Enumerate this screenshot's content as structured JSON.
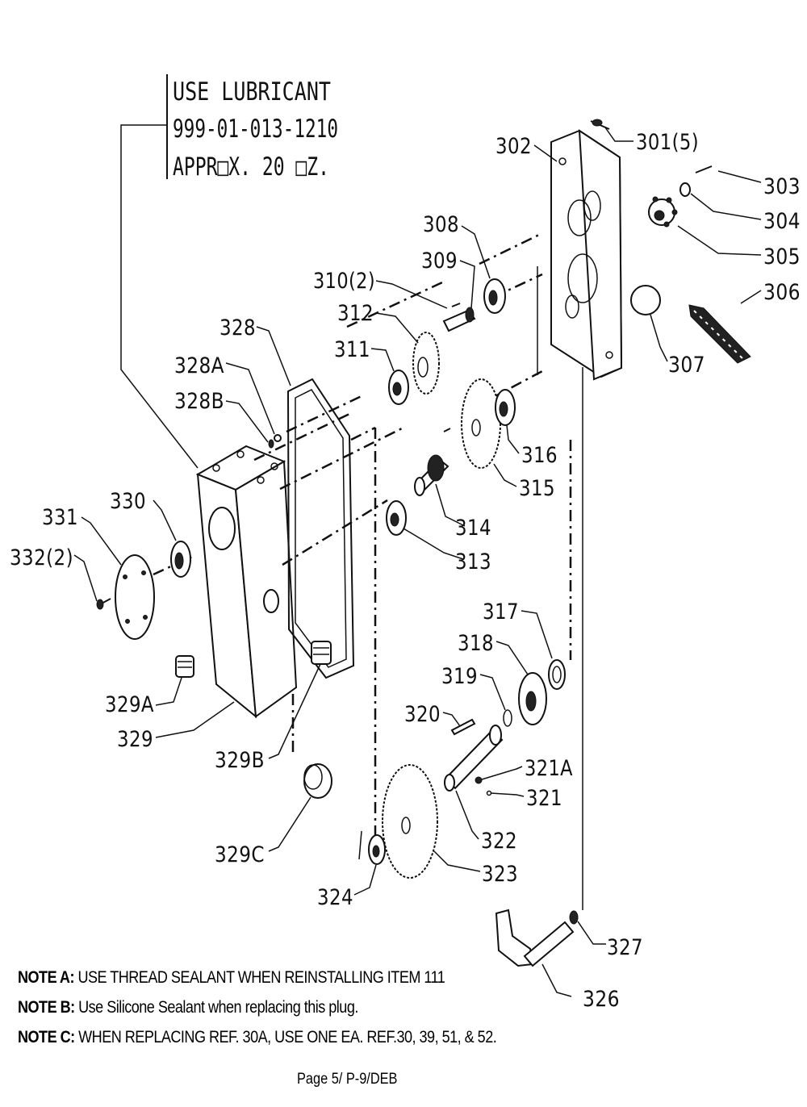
{
  "lubricant_note": {
    "lines": [
      "USE LUBRICANT",
      "999-01-013-1210",
      "APPR□X. 20 □Z."
    ]
  },
  "callouts": {
    "c301": "301(5)",
    "c302": "302",
    "c303": "303",
    "c304": "304",
    "c305": "305",
    "c306": "306",
    "c307": "307",
    "c308": "308",
    "c309": "309",
    "c310": "310(2)",
    "c311": "311",
    "c312": "312",
    "c313": "313",
    "c314": "314",
    "c315": "315",
    "c316": "316",
    "c317": "317",
    "c318": "318",
    "c319": "319",
    "c320": "320",
    "c321": "321",
    "c321a": "321A",
    "c322": "322",
    "c323": "323",
    "c324": "324",
    "c326": "326",
    "c327": "327",
    "c328": "328",
    "c328a": "328A",
    "c328b": "328B",
    "c329": "329",
    "c329a": "329A",
    "c329b": "329B",
    "c329c": "329C",
    "c330": "330",
    "c331": "331",
    "c332": "332(2)"
  },
  "notes": [
    {
      "label": "NOTE A:",
      "text": " USE THREAD SEALANT WHEN REINSTALLING ITEM 111"
    },
    {
      "label": "NOTE B:",
      "text": " Use Silicone Sealant when replacing this plug."
    },
    {
      "label": "NOTE C:",
      "text": " WHEN REPLACING REF. 30A, USE ONE EA. REF.30, 39,  51, & 52."
    }
  ],
  "footer": "Page 5/ P-9/DEB"
}
